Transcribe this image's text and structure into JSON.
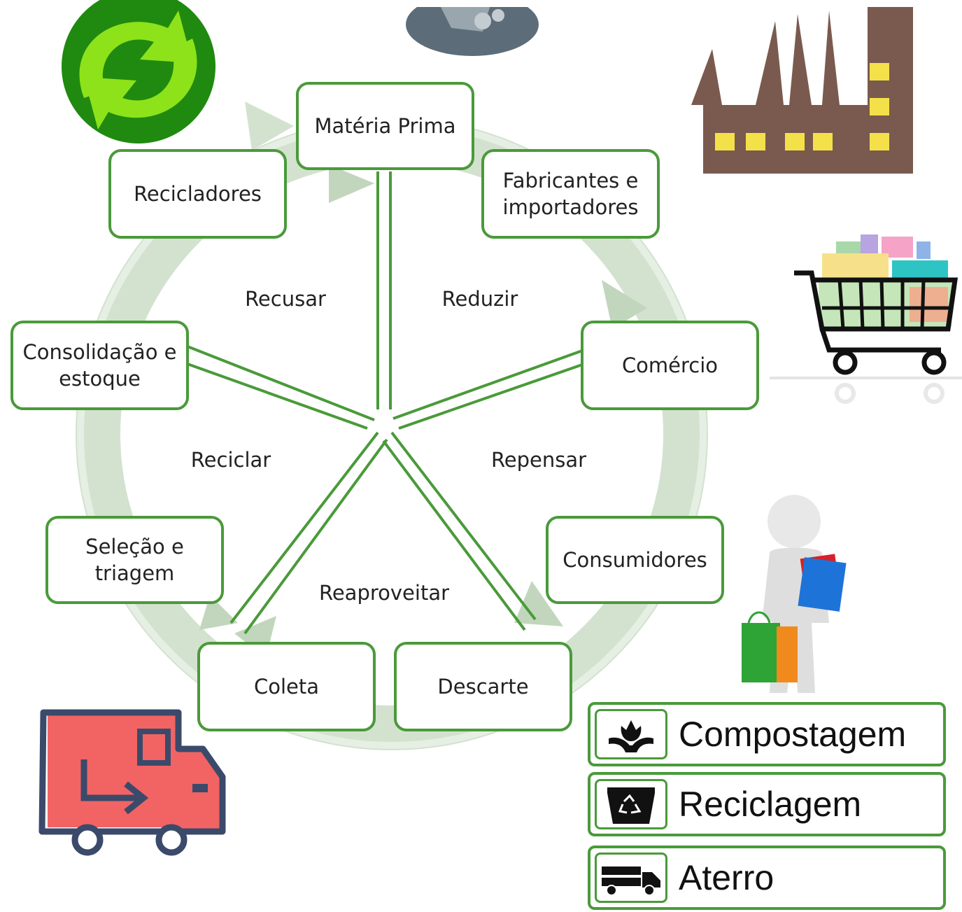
{
  "colors": {
    "ring": "#d3e2cf",
    "node_border": "#4a9a3a",
    "spoke": "#4a9a3a",
    "factory": "#7a5a4f",
    "factory_windows": "#f4e14a",
    "truck_body": "#f26363",
    "truck_outline": "#3b4a6b",
    "recycle_dark": "#1f8a0f",
    "recycle_light": "#8de21a"
  },
  "cycle": {
    "nodes": [
      {
        "id": "materia-prima",
        "label": "Matéria Prima"
      },
      {
        "id": "fabricantes",
        "label": "Fabricantes e importadores"
      },
      {
        "id": "comercio",
        "label": "Comércio"
      },
      {
        "id": "consumidores",
        "label": "Consumidores"
      },
      {
        "id": "descarte",
        "label": "Descarte"
      },
      {
        "id": "coleta",
        "label": "Coleta"
      },
      {
        "id": "selecao",
        "label": "Seleção e triagem"
      },
      {
        "id": "consolidacao",
        "label": "Consolidação e estoque"
      },
      {
        "id": "recicladores",
        "label": "Recicladores"
      }
    ],
    "r_labels": {
      "recusar": "Recusar",
      "reduzir": "Reduzir",
      "repensar": "Repensar",
      "reaproveitar": "Reaproveitar",
      "reciclar": "Reciclar"
    }
  },
  "destinations": [
    {
      "icon": "flower-icon",
      "label": "Compostagem"
    },
    {
      "icon": "recycle-bin-icon",
      "label": "Reciclagem"
    },
    {
      "icon": "dump-truck-icon",
      "label": "Aterro"
    }
  ],
  "illustrations": [
    "green-dot-recycle-logo",
    "vehicle-partial",
    "factory",
    "shopping-cart",
    "person-with-bags",
    "delivery-truck"
  ]
}
